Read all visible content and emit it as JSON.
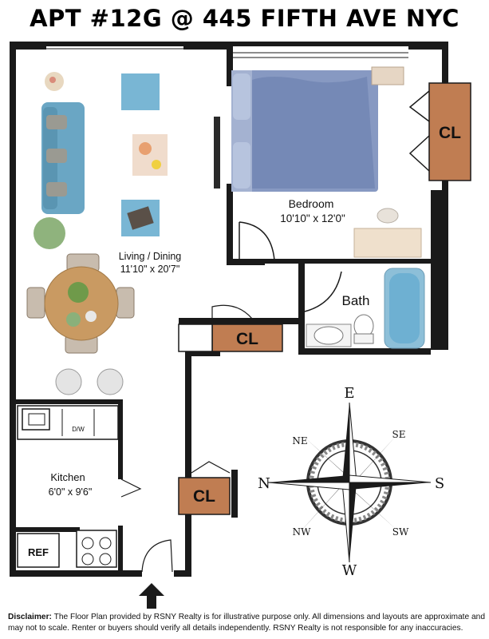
{
  "title": "APT #12G @ 445 FIFTH AVE NYC",
  "rooms": {
    "living": {
      "name": "Living / Dining",
      "dims": "11'10\" x 20'7\""
    },
    "bedroom": {
      "name": "Bedroom",
      "dims": "10'10\" x 12'0\""
    },
    "bath": {
      "name": "Bath"
    },
    "kitchen": {
      "name": "Kitchen",
      "dims": "6'0\" x 9'6\""
    }
  },
  "labels": {
    "closet": "CL",
    "fridge": "REF",
    "dishwasher": "D/W"
  },
  "compass": {
    "east": "E",
    "west": "W",
    "north": "N",
    "south": "S",
    "ne": "NE",
    "se": "SE",
    "nw": "NW",
    "sw": "SW"
  },
  "colors": {
    "closet": "#c07d52",
    "bed": "#7e93bd",
    "sofa": "#6aa6c4",
    "wall": "#1a1a1a",
    "ottoman": "#79b6d4"
  },
  "disclaimer": {
    "label": "Disclaimer:",
    "text": "The Floor Plan provided by RSNY Realty is for illustrative purpose only. All dimensions and layouts are approximate and may not to scale. Renter or buyers should verify all details independently. RSNY Realty is not responsible for any inaccuracies."
  }
}
